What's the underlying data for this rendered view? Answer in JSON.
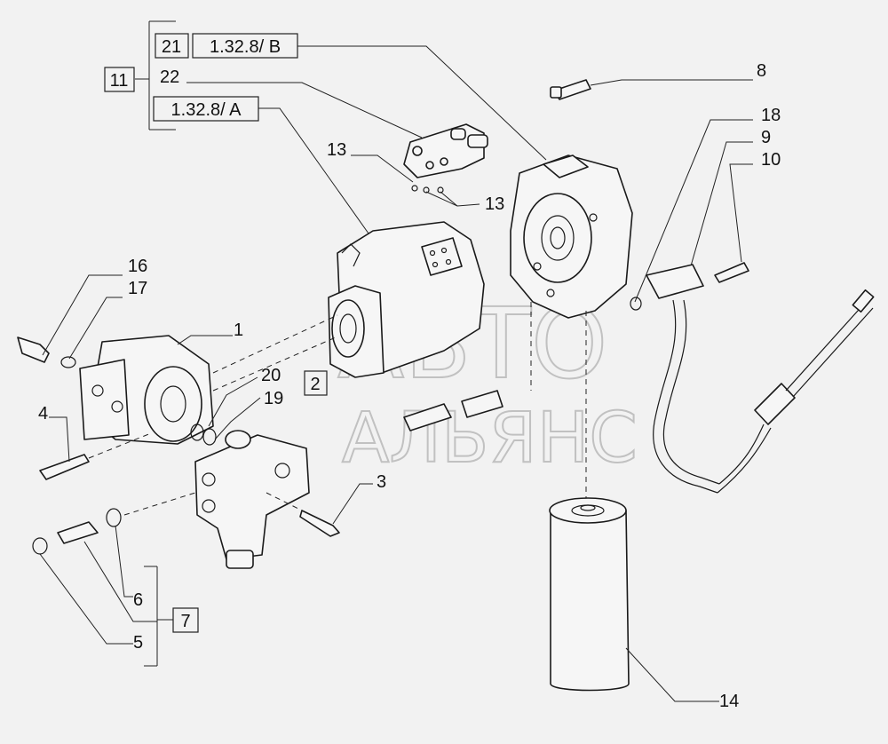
{
  "watermark": {
    "line1": "АВТО",
    "line2": "АЛЬЯНС"
  },
  "refs": {
    "a": "1.32.8/ A",
    "b": "1.32.8/ B"
  },
  "callouts": {
    "c1": "1",
    "c2": "2",
    "c3": "3",
    "c4": "4",
    "c5": "5",
    "c6": "6",
    "c7": "7",
    "c8": "8",
    "c9": "9",
    "c10": "10",
    "c11": "11",
    "c13a": "13",
    "c13b": "13",
    "c14": "14",
    "c16": "16",
    "c17": "17",
    "c18": "18",
    "c19": "19",
    "c20": "20",
    "c21": "21",
    "c22": "22"
  }
}
